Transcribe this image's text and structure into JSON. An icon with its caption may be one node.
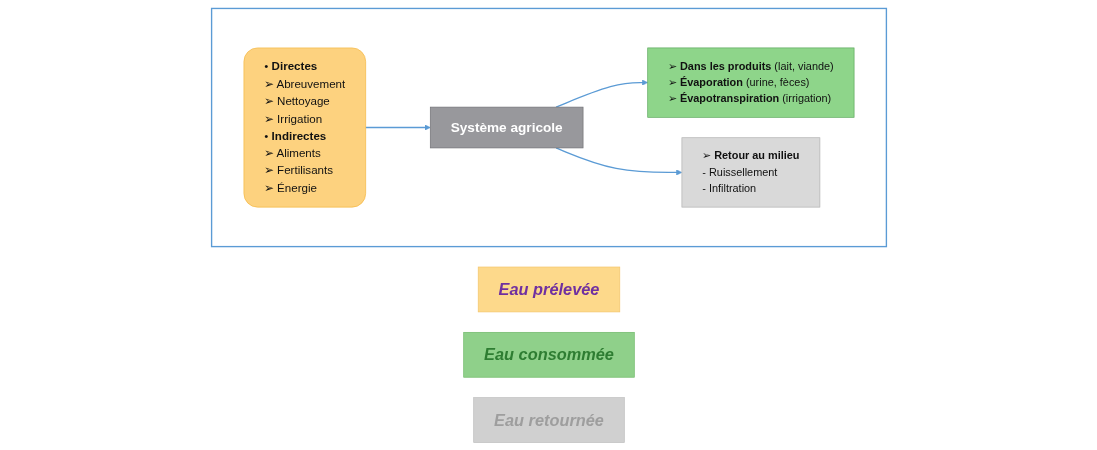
{
  "diagram": {
    "nodes": [
      {
        "text": [
          "Eau prélevée"
        ]
      },
      {
        "text": [
          "Eau consommée"
        ]
      },
      {
        "text": [],
        "shape": "box"
      },
      {
        "text": [
          "• **Directes**",
          "➢ Abreuvement",
          "➢ Nettoyage",
          "➢ Irrigation",
          "• **Indirectes**",
          "➢ Aliments",
          "➢ Fertilisants",
          "➢ Énergie"
        ],
        "in": 2
      },
      {
        "text": [
          "Système agricole"
        ],
        "in": 2
      },
      {
        "text": [
          "➢ **Dans les produits** (lait, viande)",
          "➢ **Évaporation** (urine, fèces)",
          "➢ **Évapotranspiration** (irrigation)"
        ],
        "in": 2
      },
      {
        "text": [
          "➢ **Retour au milieu**",
          "- Ruissellement",
          "- Infiltration"
        ],
        "in": 2
      },
      {
        "text": [
          "Eau retournée"
        ]
      }
    ],
    "edges": [
      {
        "from": 3,
        "to": 4,
        "arrow": "to"
      },
      {
        "from": 4,
        "to": 5,
        "arrow": "to"
      },
      {
        "from": 4,
        "to": 6,
        "arrow": "to"
      }
    ]
  }
}
